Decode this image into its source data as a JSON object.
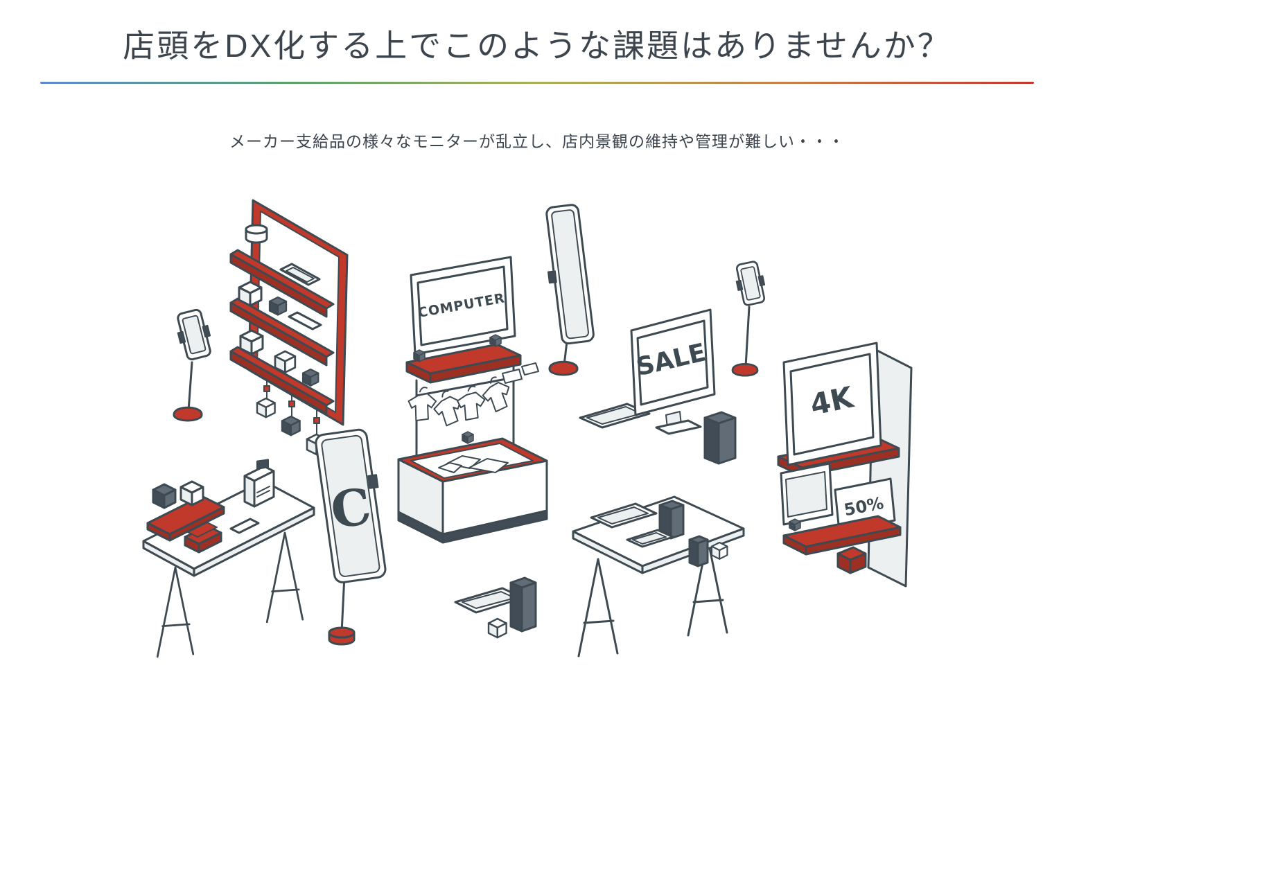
{
  "header": {
    "title": "店頭をDX化する上でこのような課題はありませんか？"
  },
  "divider": {
    "colors": [
      "#5b8bd0",
      "#58a26b",
      "#a9b05a",
      "#c97f4a",
      "#c0392b"
    ]
  },
  "lead": {
    "text": "メーカー支給品の様々なモニターが乱立し、店内景観の維持や管理が難しい・・・"
  },
  "illustration": {
    "labels": {
      "computer_monitor": "COMPUTER",
      "sale_monitor": "SALE",
      "fourk_monitor": "4K",
      "discount_sign": "50%",
      "c_sign": "C"
    },
    "colors": {
      "outline": "#3e4a52",
      "accent": "#c0392b",
      "surface": "#ffffff"
    }
  }
}
